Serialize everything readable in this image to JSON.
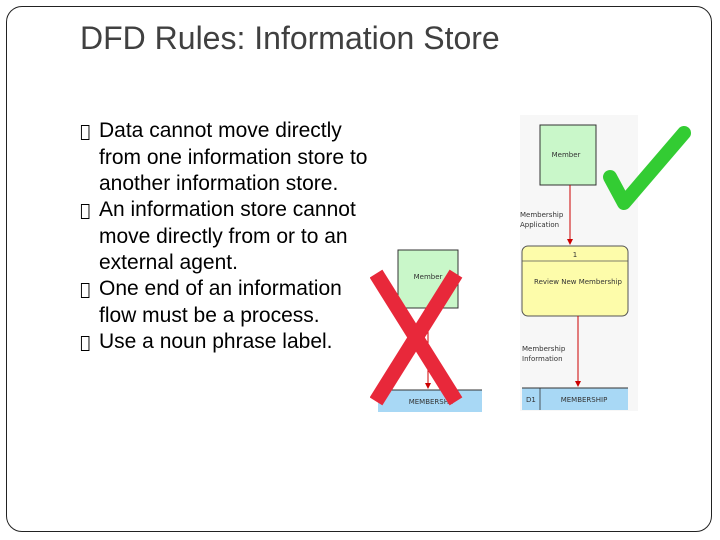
{
  "slide": {
    "title": "DFD Rules: Information Store",
    "bullet_marker": "",
    "bullets": [
      "Data cannot move directly from one information store to another information store.",
      "An information store cannot move directly from or to an external agent.",
      "One end of an information flow must be a process.",
      "Use a noun phrase label."
    ]
  },
  "wrong_diagram": {
    "entity_label": "Member",
    "store_label": "MEMBERSHIP",
    "verdict_icon": "cross-icon",
    "colors": {
      "entity": "#c9f7c9",
      "store": "#a8d8f5",
      "cross": "#e8283a"
    }
  },
  "right_diagram": {
    "entity_label": "Member",
    "flow1_label_line1": "Membership",
    "flow1_label_line2": "Application",
    "process_number": "1",
    "process_label": "Review New Membership",
    "flow2_label_line1": "Membership",
    "flow2_label_line2": "Information",
    "store_id": "D1",
    "store_label": "MEMBERSHIP",
    "verdict_icon": "check-icon",
    "colors": {
      "entity": "#c9f7c9",
      "process": "#fdfcaa",
      "store": "#a8d8f5",
      "check": "#33cc33"
    }
  }
}
